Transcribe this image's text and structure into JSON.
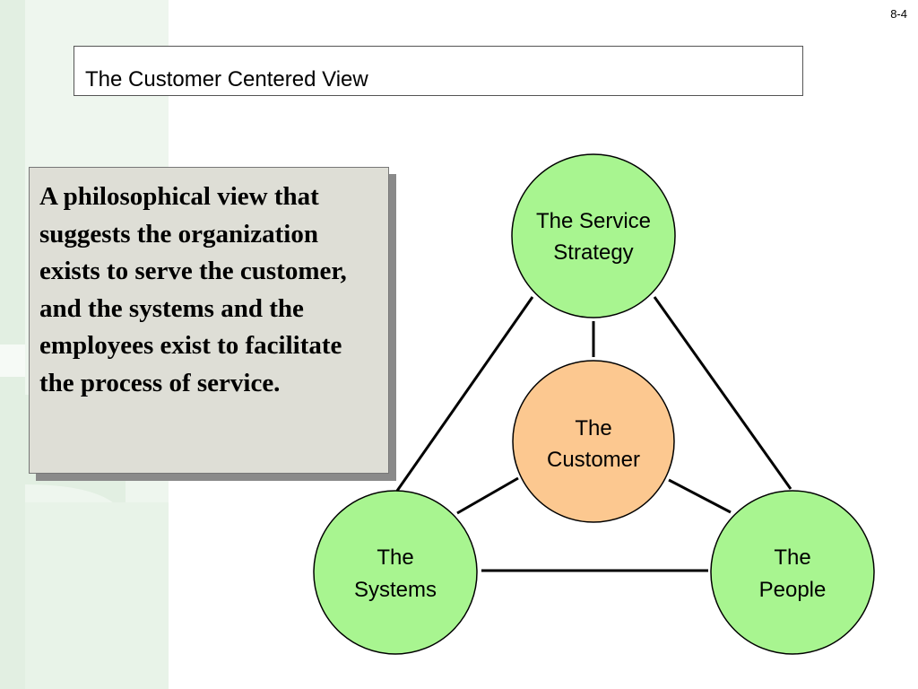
{
  "slide": {
    "number": "8-4",
    "title": "The Customer Centered View"
  },
  "definition": {
    "text": "A philosophical view that suggests the organization exists to serve the customer, and the systems and the employees exist to facilitate the process of service."
  },
  "diagram": {
    "nodes": {
      "service_strategy": {
        "line1": "The Service",
        "line2": "Strategy",
        "color": "#a8f590"
      },
      "customer": {
        "line1": "The",
        "line2": "Customer",
        "color": "#fcc890"
      },
      "systems": {
        "line1": "The",
        "line2": "Systems",
        "color": "#a8f590"
      },
      "people": {
        "line1": "The",
        "line2": "People",
        "color": "#a8f590"
      }
    },
    "connector_color": "#000000"
  },
  "theme": {
    "background_accent": "#e6f2e6"
  }
}
